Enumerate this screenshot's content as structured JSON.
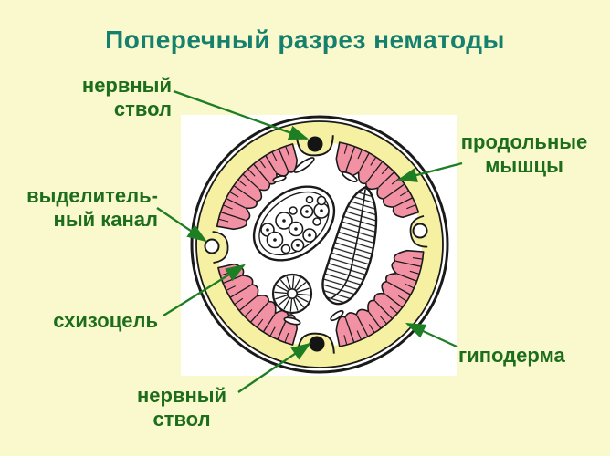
{
  "title": "Поперечный разрез нематоды",
  "labels": {
    "nerve_top": {
      "line1": "нервный",
      "line2": "ствол"
    },
    "longitudinal_muscles": {
      "line1": "продольные",
      "line2": "мышцы"
    },
    "excretory_canal": {
      "line1": "выделитель-",
      "line2": "ный канал"
    },
    "schizocoel": "схизоцель",
    "hypodermis": "гиподерма",
    "nerve_bottom": {
      "line1": "нервный",
      "line2": "ствол"
    }
  },
  "colors": {
    "background": "#FAF9CE",
    "panel": "#FFFFFF",
    "hypodermis_yellow": "#F6F1A2",
    "muscle_pink": "#F191A3",
    "outline_black": "#1A1A1A",
    "title_teal": "#16806E",
    "label_green": "#1C6D1C",
    "arrow_green": "#1E7E24"
  }
}
